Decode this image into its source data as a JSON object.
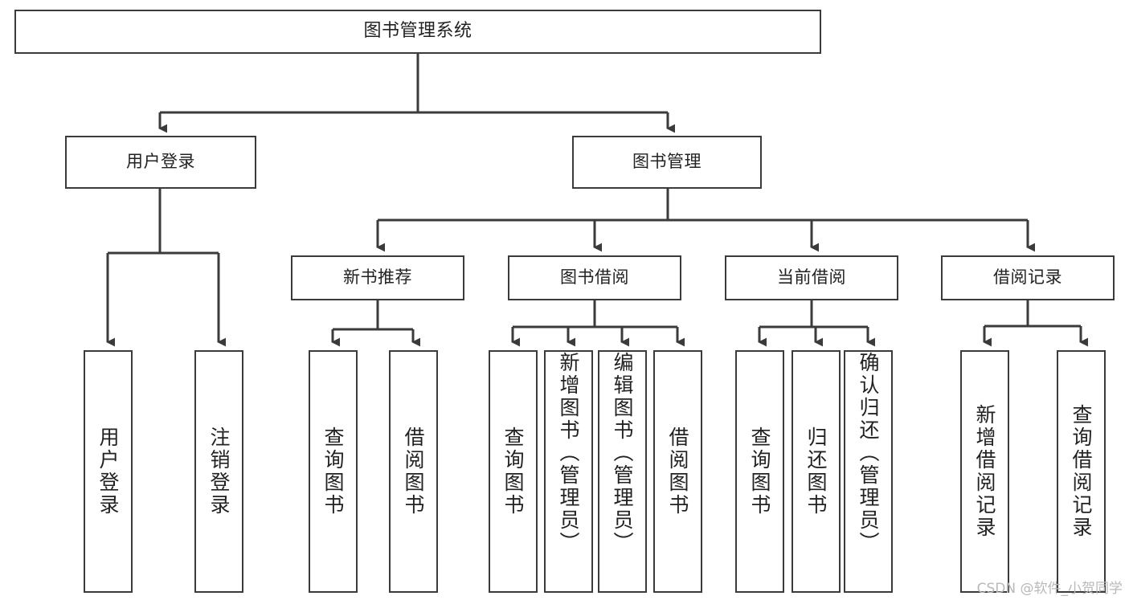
{
  "diagram": {
    "title": "图书管理系统",
    "type": "tree-hierarchy",
    "colors": {
      "stroke": "#3b3b3b",
      "fill": "#ffffff",
      "text": "#222222",
      "watermark": "#b9b9b9"
    },
    "root": {
      "label": "图书管理系统"
    },
    "level2": [
      {
        "label": "用户登录"
      },
      {
        "label": "图书管理"
      }
    ],
    "level3": [
      {
        "label": "新书推荐"
      },
      {
        "label": "图书借阅"
      },
      {
        "label": "当前借阅"
      },
      {
        "label": "借阅记录"
      }
    ],
    "leaves": {
      "user_login": [
        {
          "label": "用户登录"
        },
        {
          "label": "注销登录"
        }
      ],
      "new_book_recommend": [
        {
          "label": "查询图书"
        },
        {
          "label": "借阅图书"
        }
      ],
      "book_borrow": [
        {
          "label": "查询图书"
        },
        {
          "label": "新增图书（管理员）"
        },
        {
          "label": "编辑图书（管理员）"
        },
        {
          "label": "借阅图书"
        }
      ],
      "current_borrow": [
        {
          "label": "查询图书"
        },
        {
          "label": "归还图书"
        },
        {
          "label": "确认归还（管理员）"
        }
      ],
      "borrow_record": [
        {
          "label": "新增借阅记录"
        },
        {
          "label": "查询借阅记录"
        }
      ]
    }
  },
  "watermark": {
    "text": "CSDN @软件_小贺同学"
  }
}
